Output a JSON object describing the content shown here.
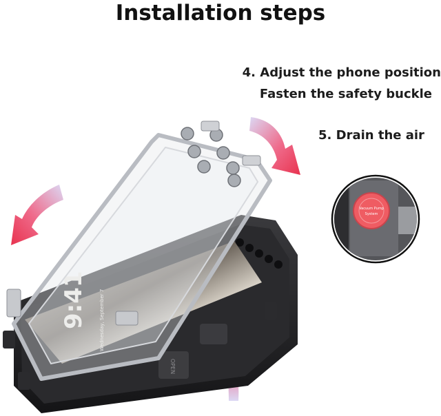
{
  "title": "Installation steps",
  "steps": {
    "step4_line1": "4. Adjust the phone position",
    "step4_line2": "Fasten the safety buckle",
    "step5": "5. Drain the air"
  },
  "inset": {
    "button_label_line1": "Vacuum Pump",
    "button_label_line2": "System"
  },
  "device": {
    "lock_time": "9:41",
    "lock_date": "Wednesday, September 7",
    "lid_label": "OPEN"
  },
  "colors": {
    "arrow_gradient_start": "#d8d4f2",
    "arrow_gradient_end": "#e8334f",
    "pump_button": "#ef5c63",
    "case_dark": "#1d1d1f"
  }
}
